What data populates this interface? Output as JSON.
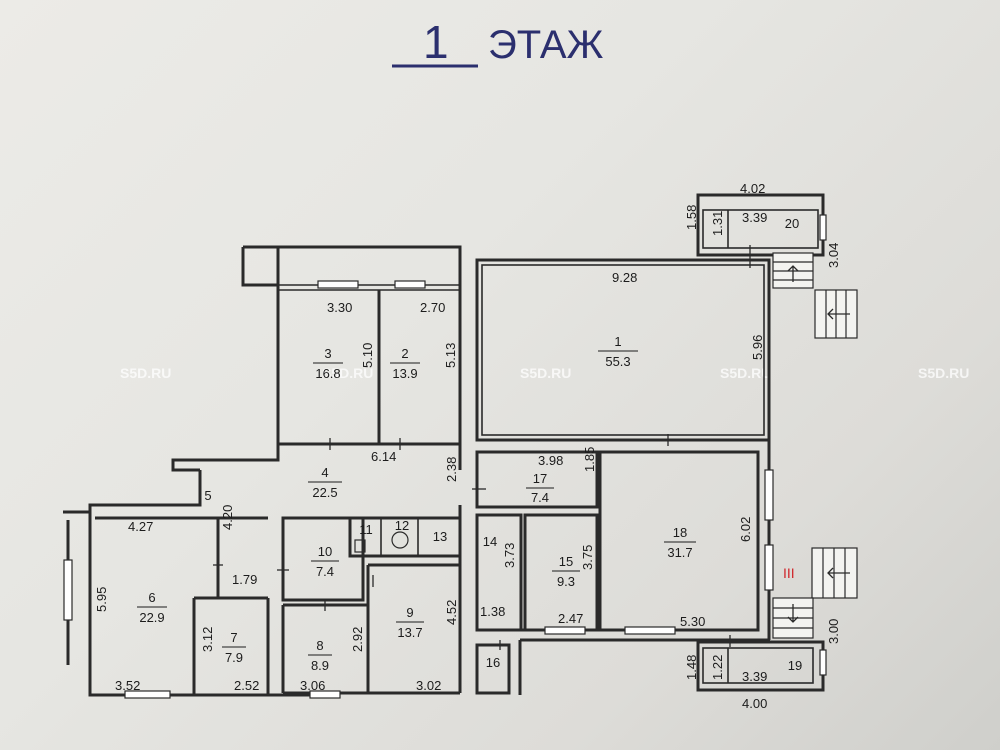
{
  "title": {
    "number": "1",
    "label": "ЭТАЖ"
  },
  "watermarks": [
    "S5D.RU",
    "S5D.RU",
    "S5D.RU",
    "S5D.RU",
    "S5D.RU"
  ],
  "entrance_label": "III",
  "rooms": [
    {
      "id": "room-1",
      "number": "1",
      "area": "55.3"
    },
    {
      "id": "room-2",
      "number": "2",
      "area": "13.9"
    },
    {
      "id": "room-3",
      "number": "3",
      "area": "16.8"
    },
    {
      "id": "room-4",
      "number": "4",
      "area": "22.5"
    },
    {
      "id": "room-5",
      "number": "5",
      "area": ""
    },
    {
      "id": "room-6",
      "number": "6",
      "area": "22.9"
    },
    {
      "id": "room-7",
      "number": "7",
      "area": "7.9"
    },
    {
      "id": "room-8",
      "number": "8",
      "area": "8.9"
    },
    {
      "id": "room-9",
      "number": "9",
      "area": "13.7"
    },
    {
      "id": "room-10",
      "number": "10",
      "area": "7.4"
    },
    {
      "id": "room-11",
      "number": "11",
      "area": ""
    },
    {
      "id": "room-12",
      "number": "12",
      "area": ""
    },
    {
      "id": "room-13",
      "number": "13",
      "area": ""
    },
    {
      "id": "room-14",
      "number": "14",
      "area": ""
    },
    {
      "id": "room-15",
      "number": "15",
      "area": "9.3"
    },
    {
      "id": "room-16",
      "number": "16",
      "area": ""
    },
    {
      "id": "room-17",
      "number": "17",
      "area": "7.4"
    },
    {
      "id": "room-18",
      "number": "18",
      "area": "31.7"
    },
    {
      "id": "room-19",
      "number": "19",
      "area": ""
    },
    {
      "id": "room-20",
      "number": "20",
      "area": ""
    }
  ],
  "dimensions": [
    "4.02",
    "1.58",
    "1.31",
    "3.39",
    "3.04",
    "9.28",
    "3.30",
    "2.70",
    "5.10",
    "5.13",
    "5.96",
    "6.14",
    "2.38",
    "3.98",
    "1.85",
    "4.27",
    "4.20",
    "6.02",
    "3.73",
    "3.75",
    "5.95",
    "1.79",
    "4.52",
    "1.38",
    "2.47",
    "5.30",
    "3.12",
    "2.92",
    "3.00",
    "1.48",
    "1.22",
    "3.39",
    "3.52",
    "2.52",
    "3.06",
    "3.02",
    "4.00"
  ]
}
